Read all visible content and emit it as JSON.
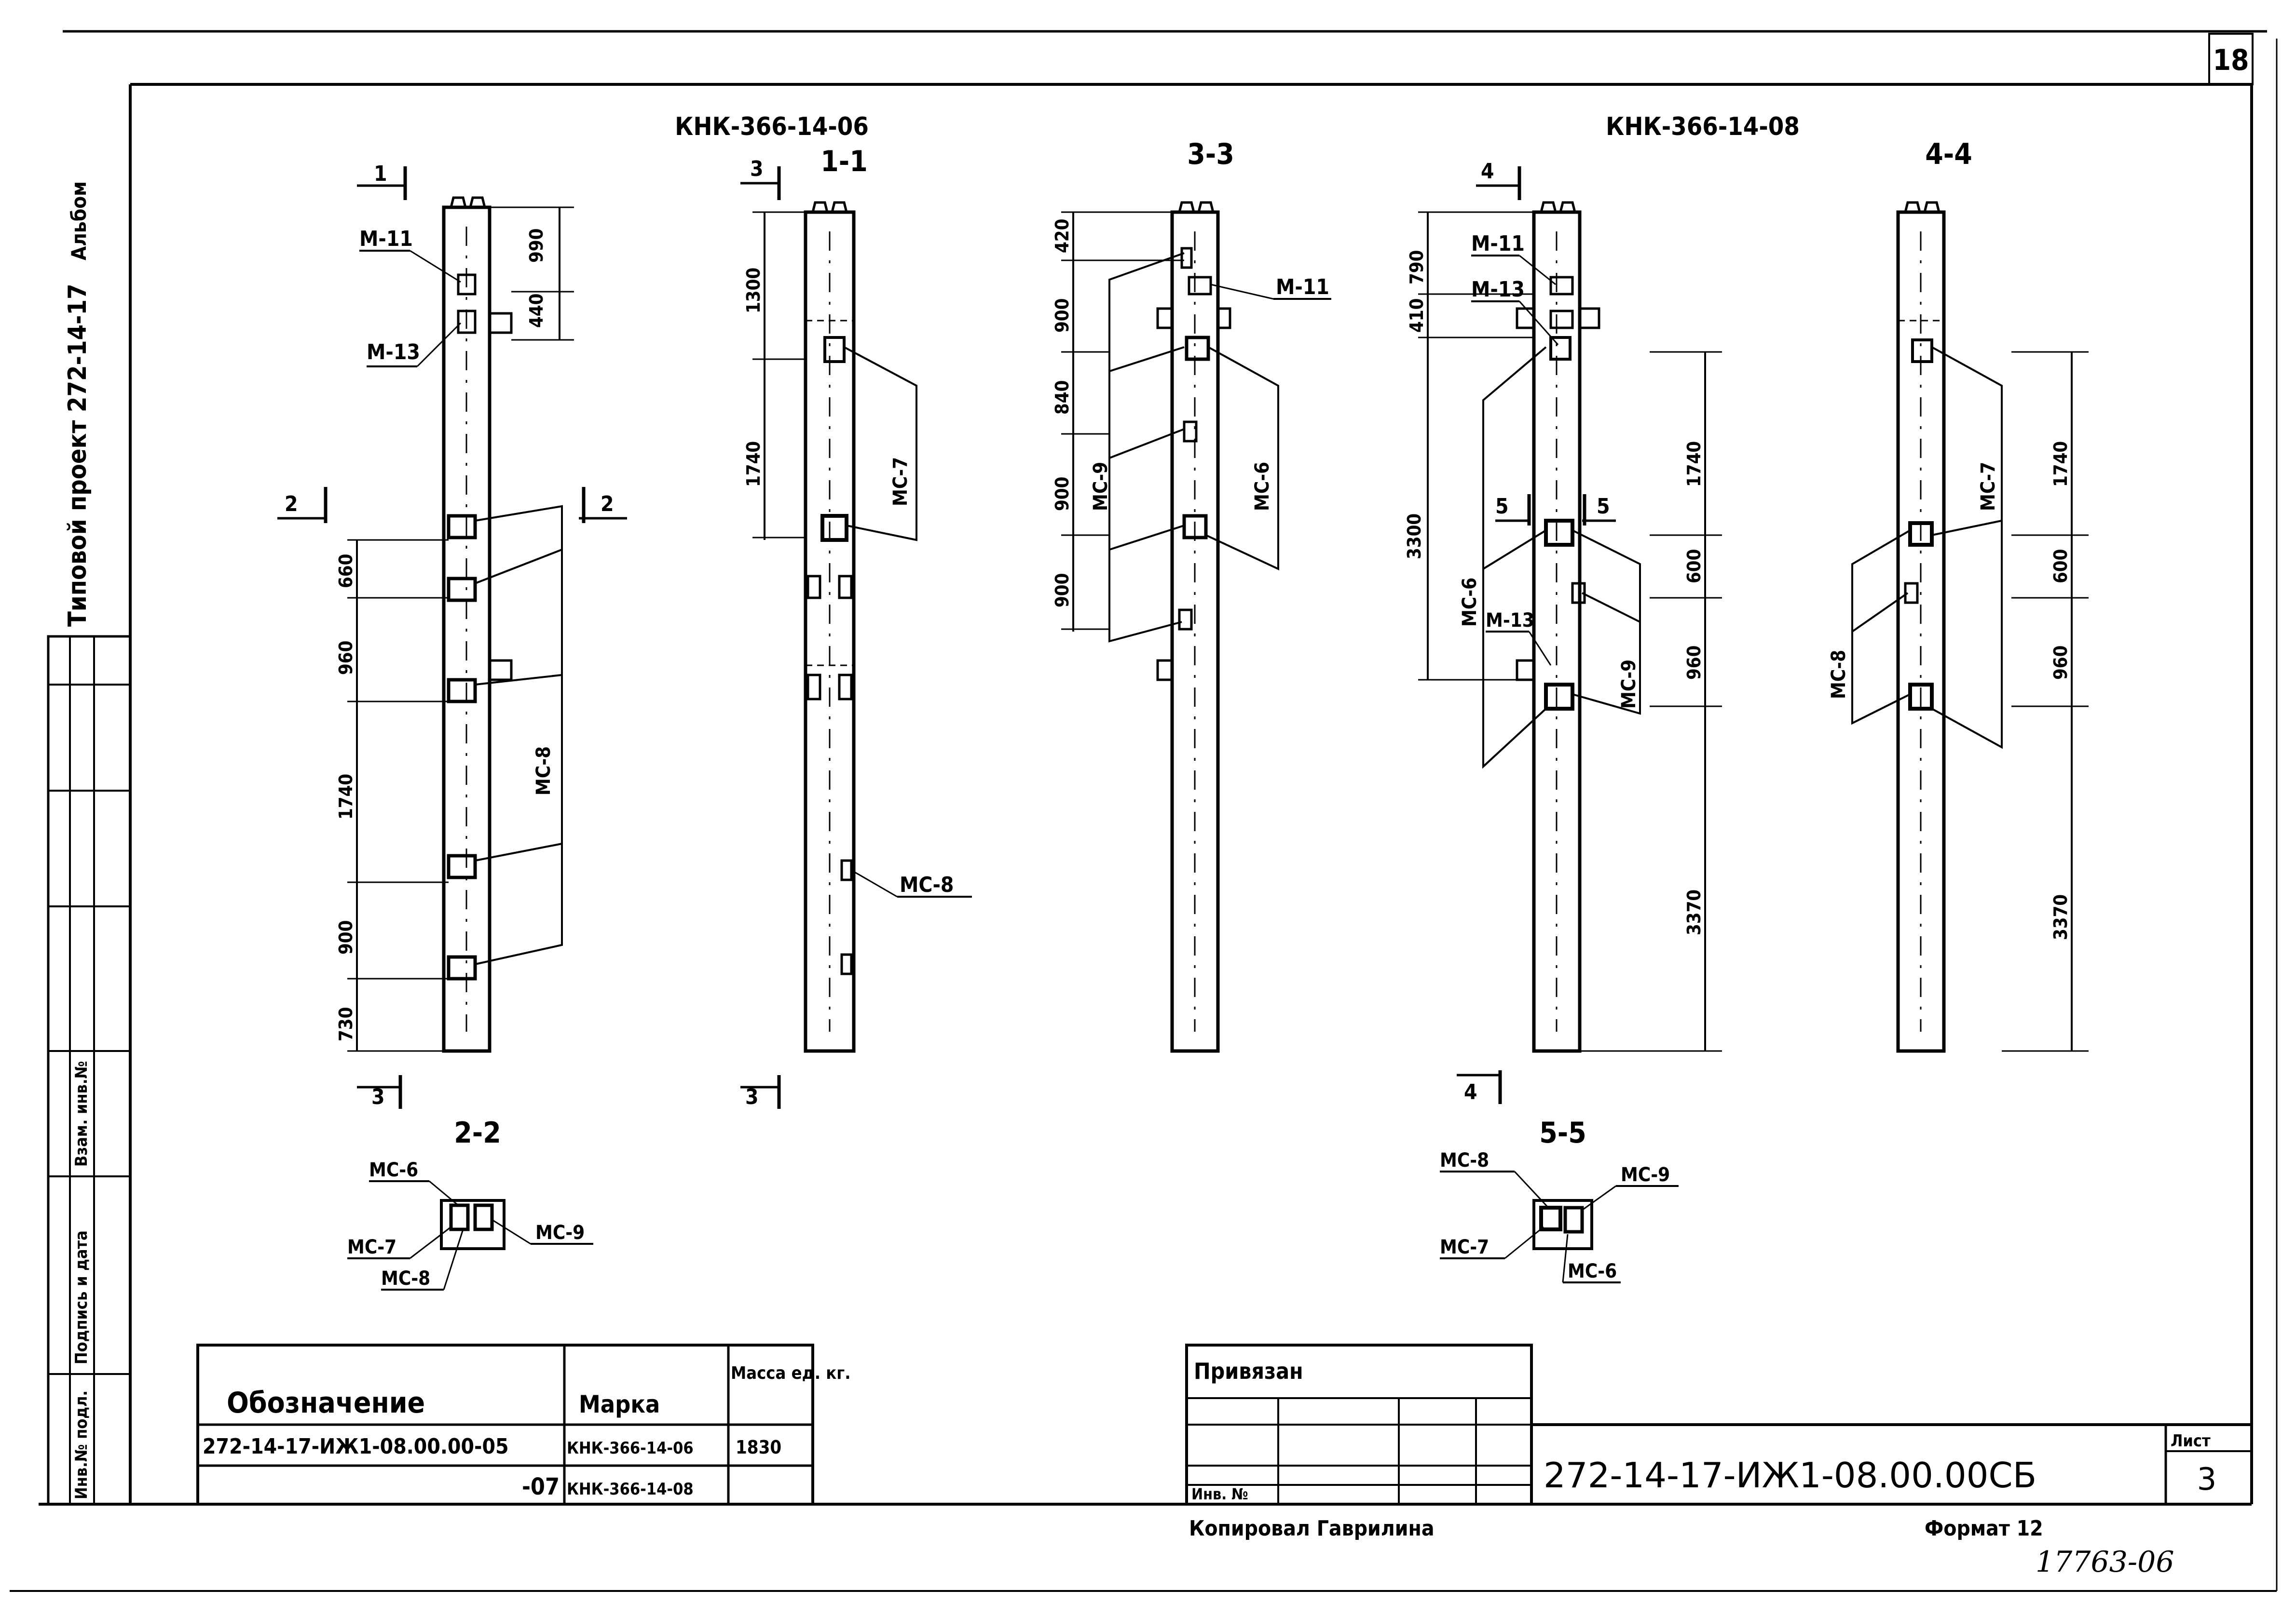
{
  "sheet_number": "18",
  "side_stamp": {
    "project": "Типовой проект 272-14-17",
    "album": "Альбом",
    "col1": "Инв.№ подл.",
    "col2": "Подпись и дата",
    "col3": "Взам. инв.№"
  },
  "views": {
    "title_left": "КНК-366-14-06",
    "title_right": "КНК-366-14-08",
    "section_1_1": "1-1",
    "section_3_3": "3-3",
    "section_4_4": "4-4",
    "section_2_2": "2-2",
    "section_5_5": "5-5",
    "cut_1": "1",
    "cut_2": "2",
    "cut_3": "3",
    "cut_4": "4",
    "cut_5": "5"
  },
  "labels": {
    "m11": "М-11",
    "m13": "М-13",
    "mc6": "МС-6",
    "mc7": "МС-7",
    "mc8": "МС-8",
    "mc9": "МС-9"
  },
  "dims_left": [
    "990",
    "440",
    "660",
    "960",
    "1740",
    "900",
    "730"
  ],
  "dims_1_1": [
    "1300",
    "1740"
  ],
  "dims_3_3": [
    "420",
    "900",
    "840",
    "900",
    "900"
  ],
  "dims_right": [
    "410",
    "790",
    "3300",
    "1740",
    "600",
    "960",
    "3370"
  ],
  "dims_4_4": [
    "1740",
    "600",
    "960",
    "3370"
  ],
  "spec_table": {
    "h_designation": "Обозначение",
    "h_mark": "Марка",
    "h_mass": "Масса ед. кг.",
    "r1_designation": "272-14-17-ИЖ1-08.00.00-05",
    "r1_mark": "КНК-366-14-06",
    "r1_mass": "1830",
    "r2_designation": "-07",
    "r2_mark": "КНК-366-14-08",
    "r2_mass": ""
  },
  "title_block": {
    "linked": "Привязан",
    "inv_no": "Инв. №",
    "doc_code": "272-14-17-ИЖ1-08.00.00СБ",
    "sheet_label": "Лист",
    "sheet_value": "3"
  },
  "footer": {
    "copied_by": "Копировал Гаврилина",
    "format": "Формат 12",
    "handwritten": "17763-06"
  }
}
